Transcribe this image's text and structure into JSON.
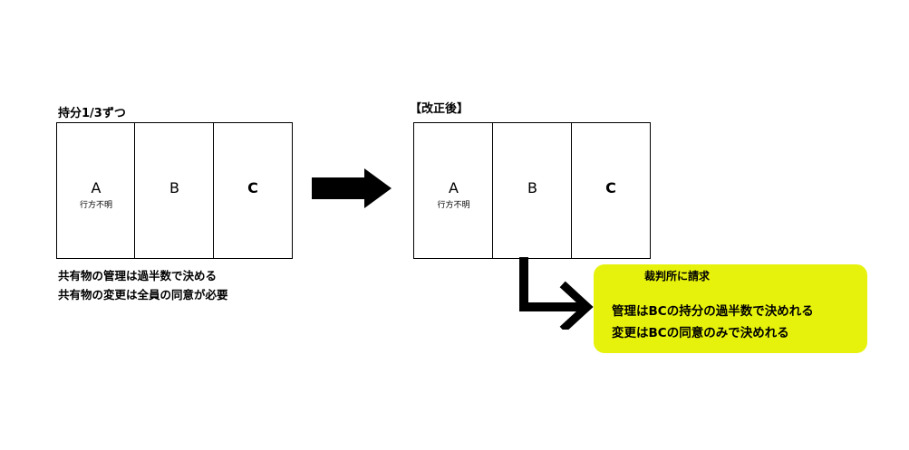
{
  "left_diagram": {
    "title": "持分1/3ずつ",
    "boxes": [
      {
        "letter": "A",
        "sub": "行方不明"
      },
      {
        "letter": "B",
        "sub": ""
      },
      {
        "letter": "C",
        "sub": ""
      }
    ],
    "notes": [
      "共有物の管理は過半数で決める",
      "共有物の変更は全員の同意が必要"
    ]
  },
  "right_diagram": {
    "title": "【改正後】",
    "boxes": [
      {
        "letter": "A",
        "sub": "行方不明"
      },
      {
        "letter": "B",
        "sub": ""
      },
      {
        "letter": "C",
        "sub": ""
      }
    ]
  },
  "callout": {
    "heading": "裁判所に請求",
    "lines": [
      "管理はBCの持分の過半数で決めれる",
      "変更はBCの同意のみで決めれる"
    ],
    "background": "#e6f20c"
  },
  "arrows": [
    "arrow-right-icon",
    "elbow-arrow-icon"
  ]
}
